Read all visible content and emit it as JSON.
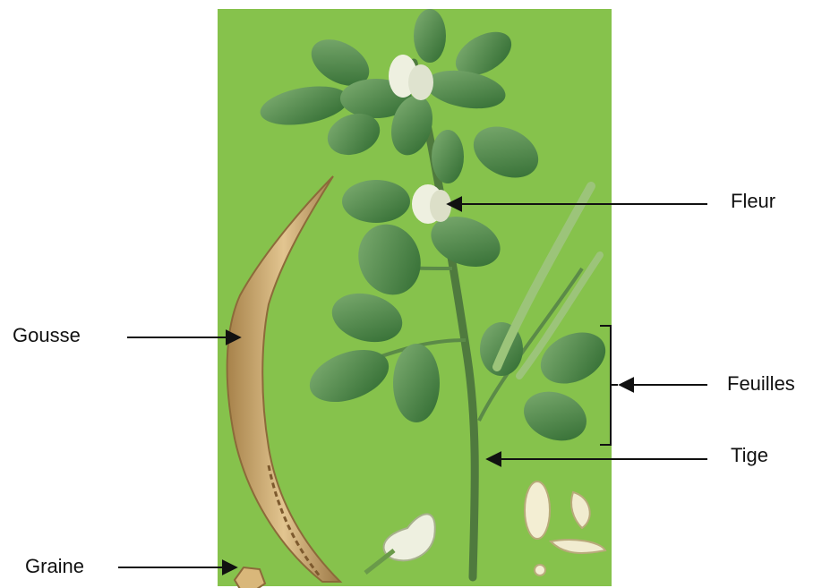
{
  "colors": {
    "plate_background": "#86c24c",
    "leaf": "#3f7a3a",
    "leaf_light": "#7eaa70",
    "flower": "#eef0e0",
    "pod": "#c9a56a",
    "arrow": "#111111"
  },
  "labels": {
    "fleur": "Fleur",
    "gousse": "Gousse",
    "feuilles": "Feuilles",
    "tige": "Tige",
    "graine": "Graine"
  }
}
